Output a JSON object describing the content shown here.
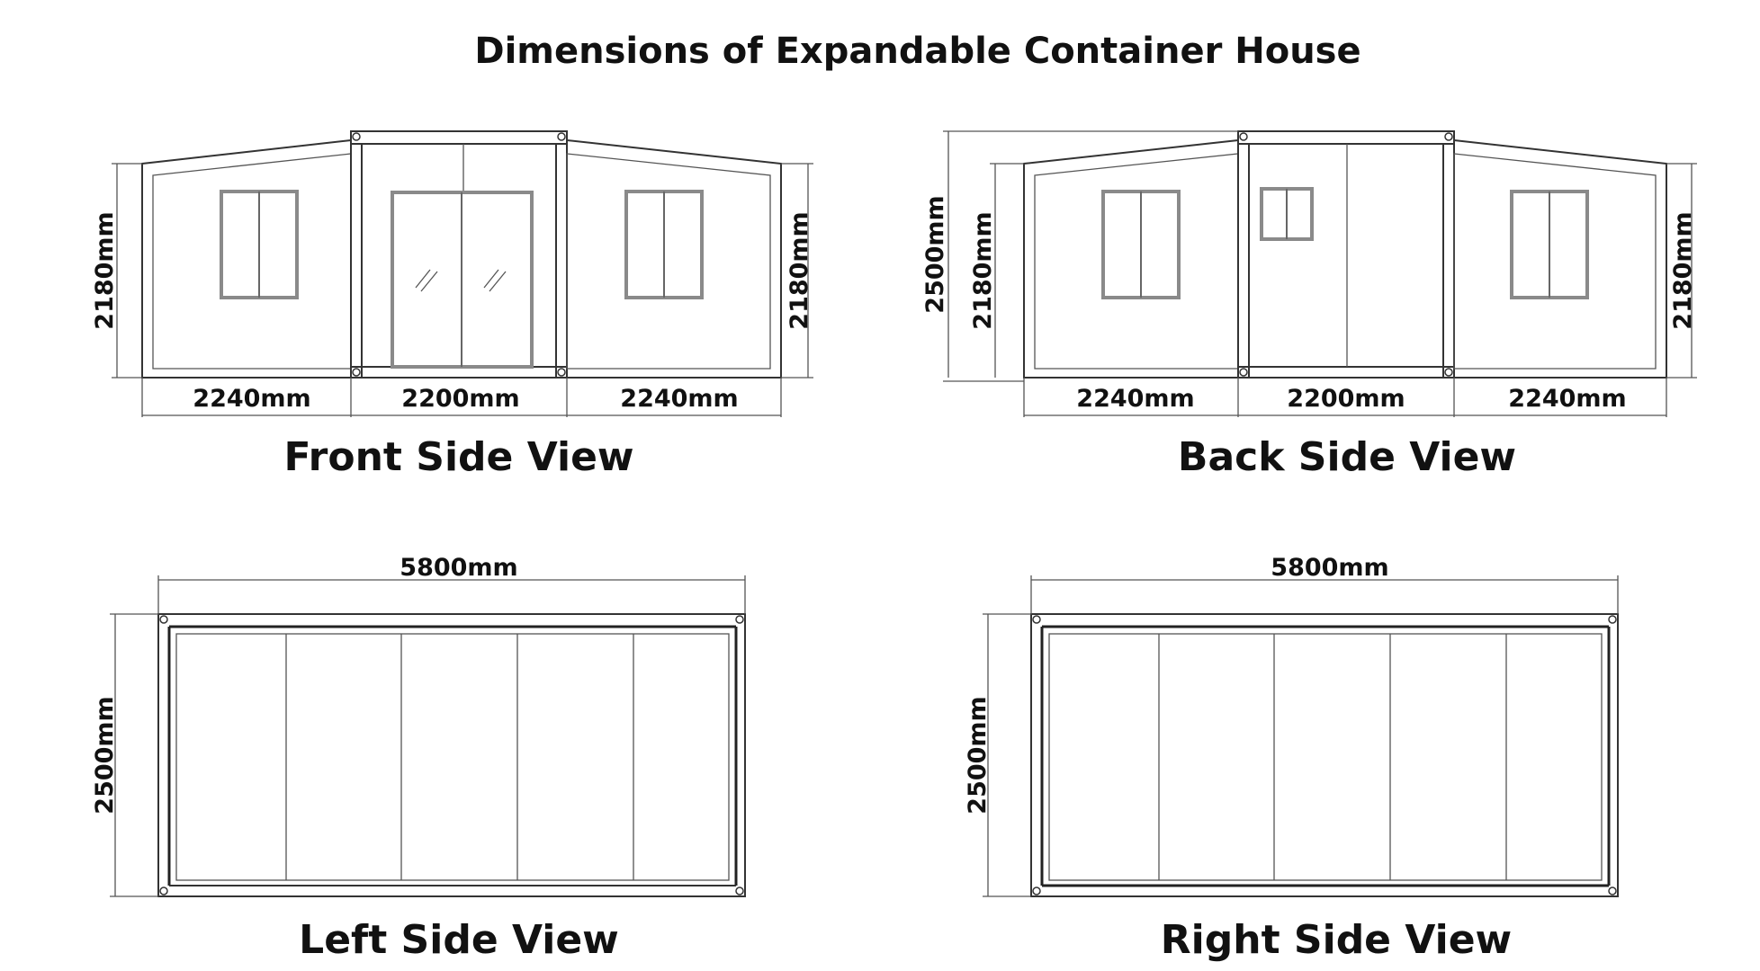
{
  "title": "Dimensions of Expandable Container House",
  "views": {
    "front": {
      "label": "Front Side View",
      "height_left": "2180mm",
      "height_right": "2180mm",
      "widths": [
        "2240mm",
        "2200mm",
        "2240mm"
      ]
    },
    "back": {
      "label": "Back Side View",
      "height_outer": "2500mm",
      "height_left": "2180mm",
      "height_right": "2180mm",
      "widths": [
        "2240mm",
        "2200mm",
        "2240mm"
      ]
    },
    "left": {
      "label": "Left Side View",
      "length": "5800mm",
      "height": "2500mm"
    },
    "right": {
      "label": "Right Side View",
      "length": "5800mm",
      "height": "2500mm"
    }
  }
}
